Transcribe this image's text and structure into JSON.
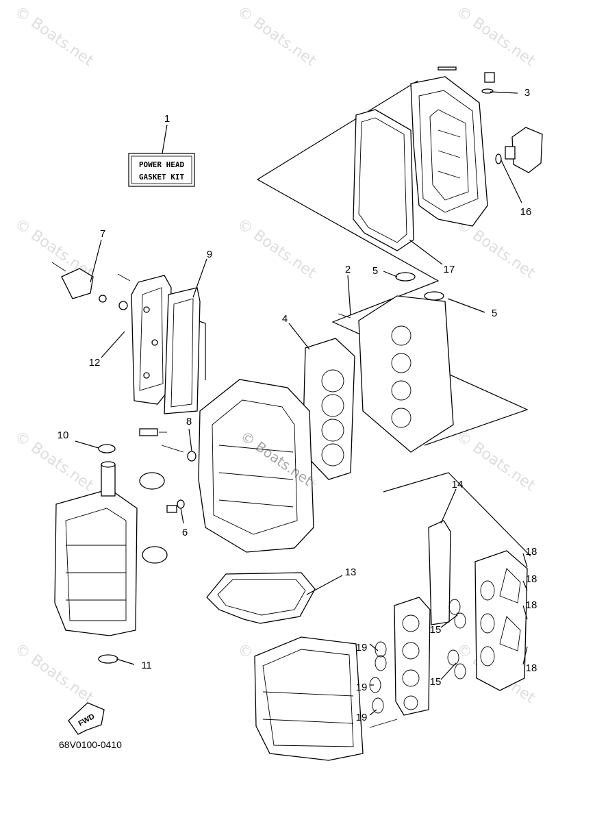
{
  "watermark": "© Boats.net",
  "kit_label": {
    "line1": "POWER HEAD",
    "line2": "GASKET KIT"
  },
  "fwd_label": "FWD",
  "diagram_code": "68V0100-0410",
  "callouts": {
    "c1": "1",
    "c2": "2",
    "c3": "3",
    "c4": "4",
    "c5a": "5",
    "c5b": "5",
    "c6": "6",
    "c7": "7",
    "c8": "8",
    "c9": "9",
    "c10": "10",
    "c11": "11",
    "c12": "12",
    "c13": "13",
    "c14": "14",
    "c15a": "15",
    "c15b": "15",
    "c16": "16",
    "c17": "17",
    "c18a": "18",
    "c18b": "18",
    "c18c": "18",
    "c18d": "18",
    "c19a": "19",
    "c19b": "19",
    "c19c": "19"
  }
}
